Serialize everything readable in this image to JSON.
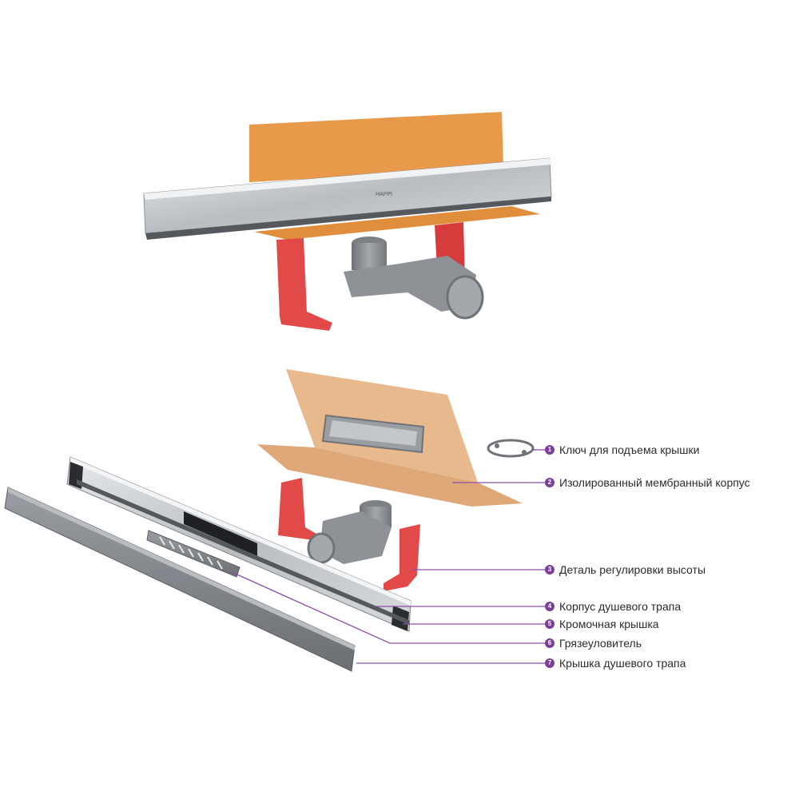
{
  "colors": {
    "leader": "#8a4fa6",
    "badge": "#7b3f98",
    "membrane": "#e89a4a",
    "membrane_light": "#e8b98c",
    "support": "#e24a4a",
    "steel": "#c9cdd1",
    "drain_grey": "#8e9196"
  },
  "diagram": {
    "assembled_logo": "HAPPI",
    "callouts": [
      {
        "num": "1",
        "label": "Ключ для подъема крышки"
      },
      {
        "num": "2",
        "label": "Изолированный мембранный корпус"
      },
      {
        "num": "3",
        "label": "Деталь регулировки высоты"
      },
      {
        "num": "4",
        "label": "Корпус душевого трапа"
      },
      {
        "num": "5",
        "label": "Кромочная крышка"
      },
      {
        "num": "6",
        "label": "Грязеуловитель"
      },
      {
        "num": "7",
        "label": "Крышка душевого трапа"
      }
    ]
  }
}
